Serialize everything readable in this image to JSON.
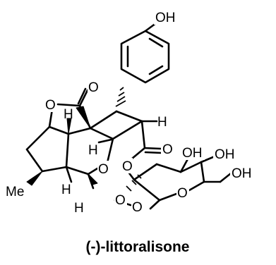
{
  "molecule": {
    "name": "(-)-littoralisone",
    "labels": {
      "oh_phenol": "OH",
      "lactone_ring_o": "O",
      "lactone_carbonyl_o": "O",
      "ester_carbonyl_o": "O",
      "acetal_o_1": "O",
      "acetal_o_2": "O",
      "ester_o": "O",
      "sugar_ring_o": "O",
      "acetal_o_3": "O",
      "oh_sugar_2": "OH",
      "oh_sugar_3": "OH",
      "oh_sugar_6": "OH",
      "methyl": "Me",
      "h_1": "H",
      "h_2": "H",
      "h_3": "H",
      "h_4": "H",
      "h_5": "H"
    }
  }
}
